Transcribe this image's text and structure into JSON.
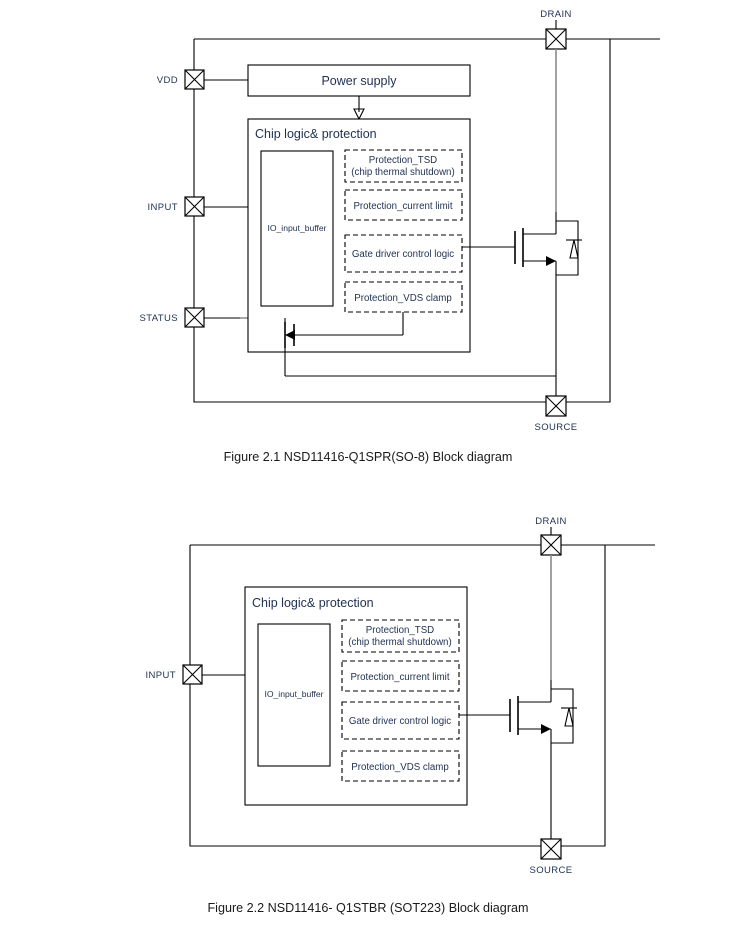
{
  "document": {
    "type": "datasheet-block-diagrams",
    "figures": [
      {
        "id": "figure-2-1",
        "caption": "Figure 2.1 NSD11416-Q1SPR(SO-8) Block diagram",
        "device": "NSD11416-Q1SPR",
        "package": "SO-8",
        "pins": [
          {
            "name": "VDD",
            "label": "VDD",
            "side": "left"
          },
          {
            "name": "INPUT",
            "label": "INPUT",
            "side": "left"
          },
          {
            "name": "STATUS",
            "label": "STATUS",
            "side": "left"
          },
          {
            "name": "DRAIN",
            "label": "DRAIN",
            "side": "top"
          },
          {
            "name": "SOURCE",
            "label": "SOURCE",
            "side": "bottom"
          }
        ],
        "blocks": [
          {
            "name": "power-supply",
            "label": "Power supply",
            "style": "solid"
          },
          {
            "name": "chip-logic",
            "label": "Chip logic& protection",
            "style": "solid"
          },
          {
            "name": "io-input-buffer",
            "label": "IO_input_buffer",
            "style": "solid"
          },
          {
            "name": "protection-tsd",
            "label_line1": "Protection_TSD",
            "label_line2": "(chip thermal shutdown)",
            "style": "dashed"
          },
          {
            "name": "protection-current-limit",
            "label": "Protection_current limit",
            "style": "dashed"
          },
          {
            "name": "gate-driver-control-logic",
            "label": "Gate driver control logic",
            "style": "dashed"
          },
          {
            "name": "protection-vds-clamp",
            "label": "Protection_VDS clamp",
            "style": "dashed"
          }
        ],
        "devices": [
          {
            "name": "power-mosfet",
            "type": "n-channel-mosfet-with-body-diode"
          },
          {
            "name": "status-mosfet",
            "type": "n-channel-mosfet"
          }
        ]
      },
      {
        "id": "figure-2-2",
        "caption": "Figure 2.2 NSD11416- Q1STBR (SOT223) Block diagram",
        "device": "NSD11416-Q1STBR",
        "package": "SOT223",
        "pins": [
          {
            "name": "INPUT",
            "label": "INPUT",
            "side": "left"
          },
          {
            "name": "DRAIN",
            "label": "DRAIN",
            "side": "top"
          },
          {
            "name": "SOURCE",
            "label": "SOURCE",
            "side": "bottom"
          }
        ],
        "blocks": [
          {
            "name": "chip-logic",
            "label": "Chip logic& protection",
            "style": "solid"
          },
          {
            "name": "io-input-buffer",
            "label": "IO_input_buffer",
            "style": "solid"
          },
          {
            "name": "protection-tsd",
            "label_line1": "Protection_TSD",
            "label_line2": "(chip thermal shutdown)",
            "style": "dashed"
          },
          {
            "name": "protection-current-limit",
            "label": "Protection_current limit",
            "style": "dashed"
          },
          {
            "name": "gate-driver-control-logic",
            "label": "Gate driver control logic",
            "style": "dashed"
          },
          {
            "name": "protection-vds-clamp",
            "label": "Protection_VDS clamp",
            "style": "dashed"
          }
        ],
        "devices": [
          {
            "name": "power-mosfet",
            "type": "n-channel-mosfet-with-body-diode"
          }
        ]
      }
    ],
    "colors": {
      "line": "#000000",
      "line_gray": "#8a8a8a",
      "text": "#1f3050",
      "caption_text": "#1a1a1a",
      "background": "#ffffff"
    }
  }
}
